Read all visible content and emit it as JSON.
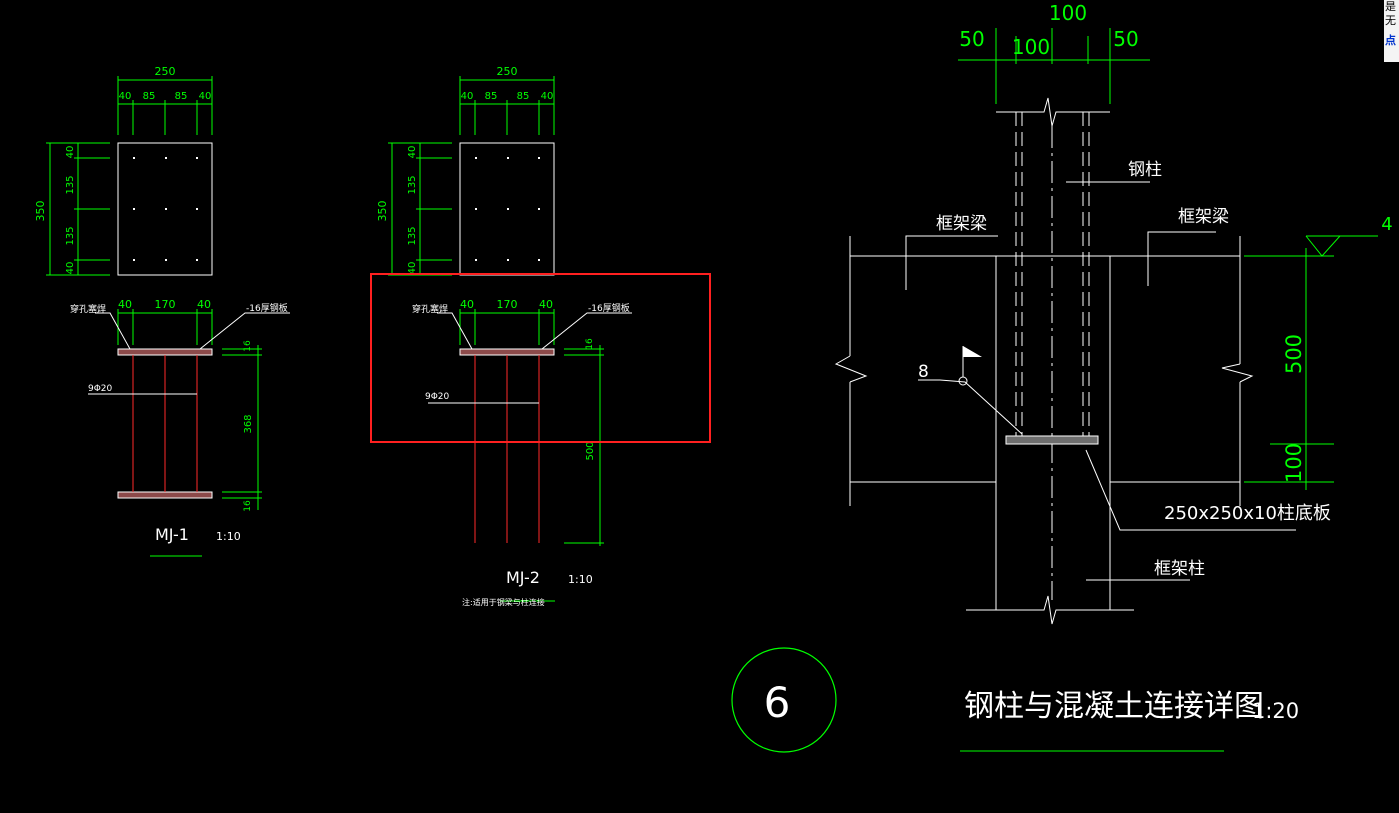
{
  "colors": {
    "background": "#000000",
    "dim": "#00ff00",
    "line": "#ffffff",
    "rebar": "#ff2a2a",
    "selection": "#ff2020",
    "circle": "#00ff00"
  },
  "mj1": {
    "top_total": "250",
    "top_segments": [
      "40",
      "85",
      "85",
      "40"
    ],
    "left_total": "350",
    "left_segments": [
      "40",
      "135",
      "135",
      "40"
    ],
    "sec_segments": [
      "40",
      "170",
      "40"
    ],
    "label_left": "穿孔塞焊",
    "label_right": "-16厚钢板",
    "rebar": "9Φ20",
    "dim_top": "16",
    "dim_mid": "368",
    "dim_bot": "16",
    "title": "MJ-1",
    "scale": "1:10"
  },
  "mj2": {
    "top_total": "250",
    "top_segments": [
      "40",
      "85",
      "85",
      "40"
    ],
    "left_total": "350",
    "left_segments": [
      "40",
      "135",
      "135",
      "40"
    ],
    "sec_segments": [
      "40",
      "170",
      "40"
    ],
    "label_left": "穿孔塞焊",
    "label_right": "-16厚钢板",
    "rebar": "9Φ20",
    "dim_top": "16",
    "dim_mid": "500",
    "title": "MJ-2",
    "scale": "1:10",
    "note": "注:适用于钢梁与柱连接"
  },
  "detail": {
    "dim_total": "100",
    "dim_left": "50",
    "dim_mid": "100",
    "dim_right": "50",
    "steel_column": "钢柱",
    "frame_beam_left": "框架梁",
    "frame_beam_right": "框架梁",
    "weld_size": "8",
    "dim_500": "500",
    "dim_100": "100",
    "base_plate": "250x250x10柱底板",
    "frame_column": "框架柱",
    "elev_mark": "4"
  },
  "title_block": {
    "number": "6",
    "title": "钢柱与混凝土连接详图",
    "scale": "1:20"
  },
  "corner": {
    "line1": "是",
    "line2": "无",
    "line3": "点"
  }
}
